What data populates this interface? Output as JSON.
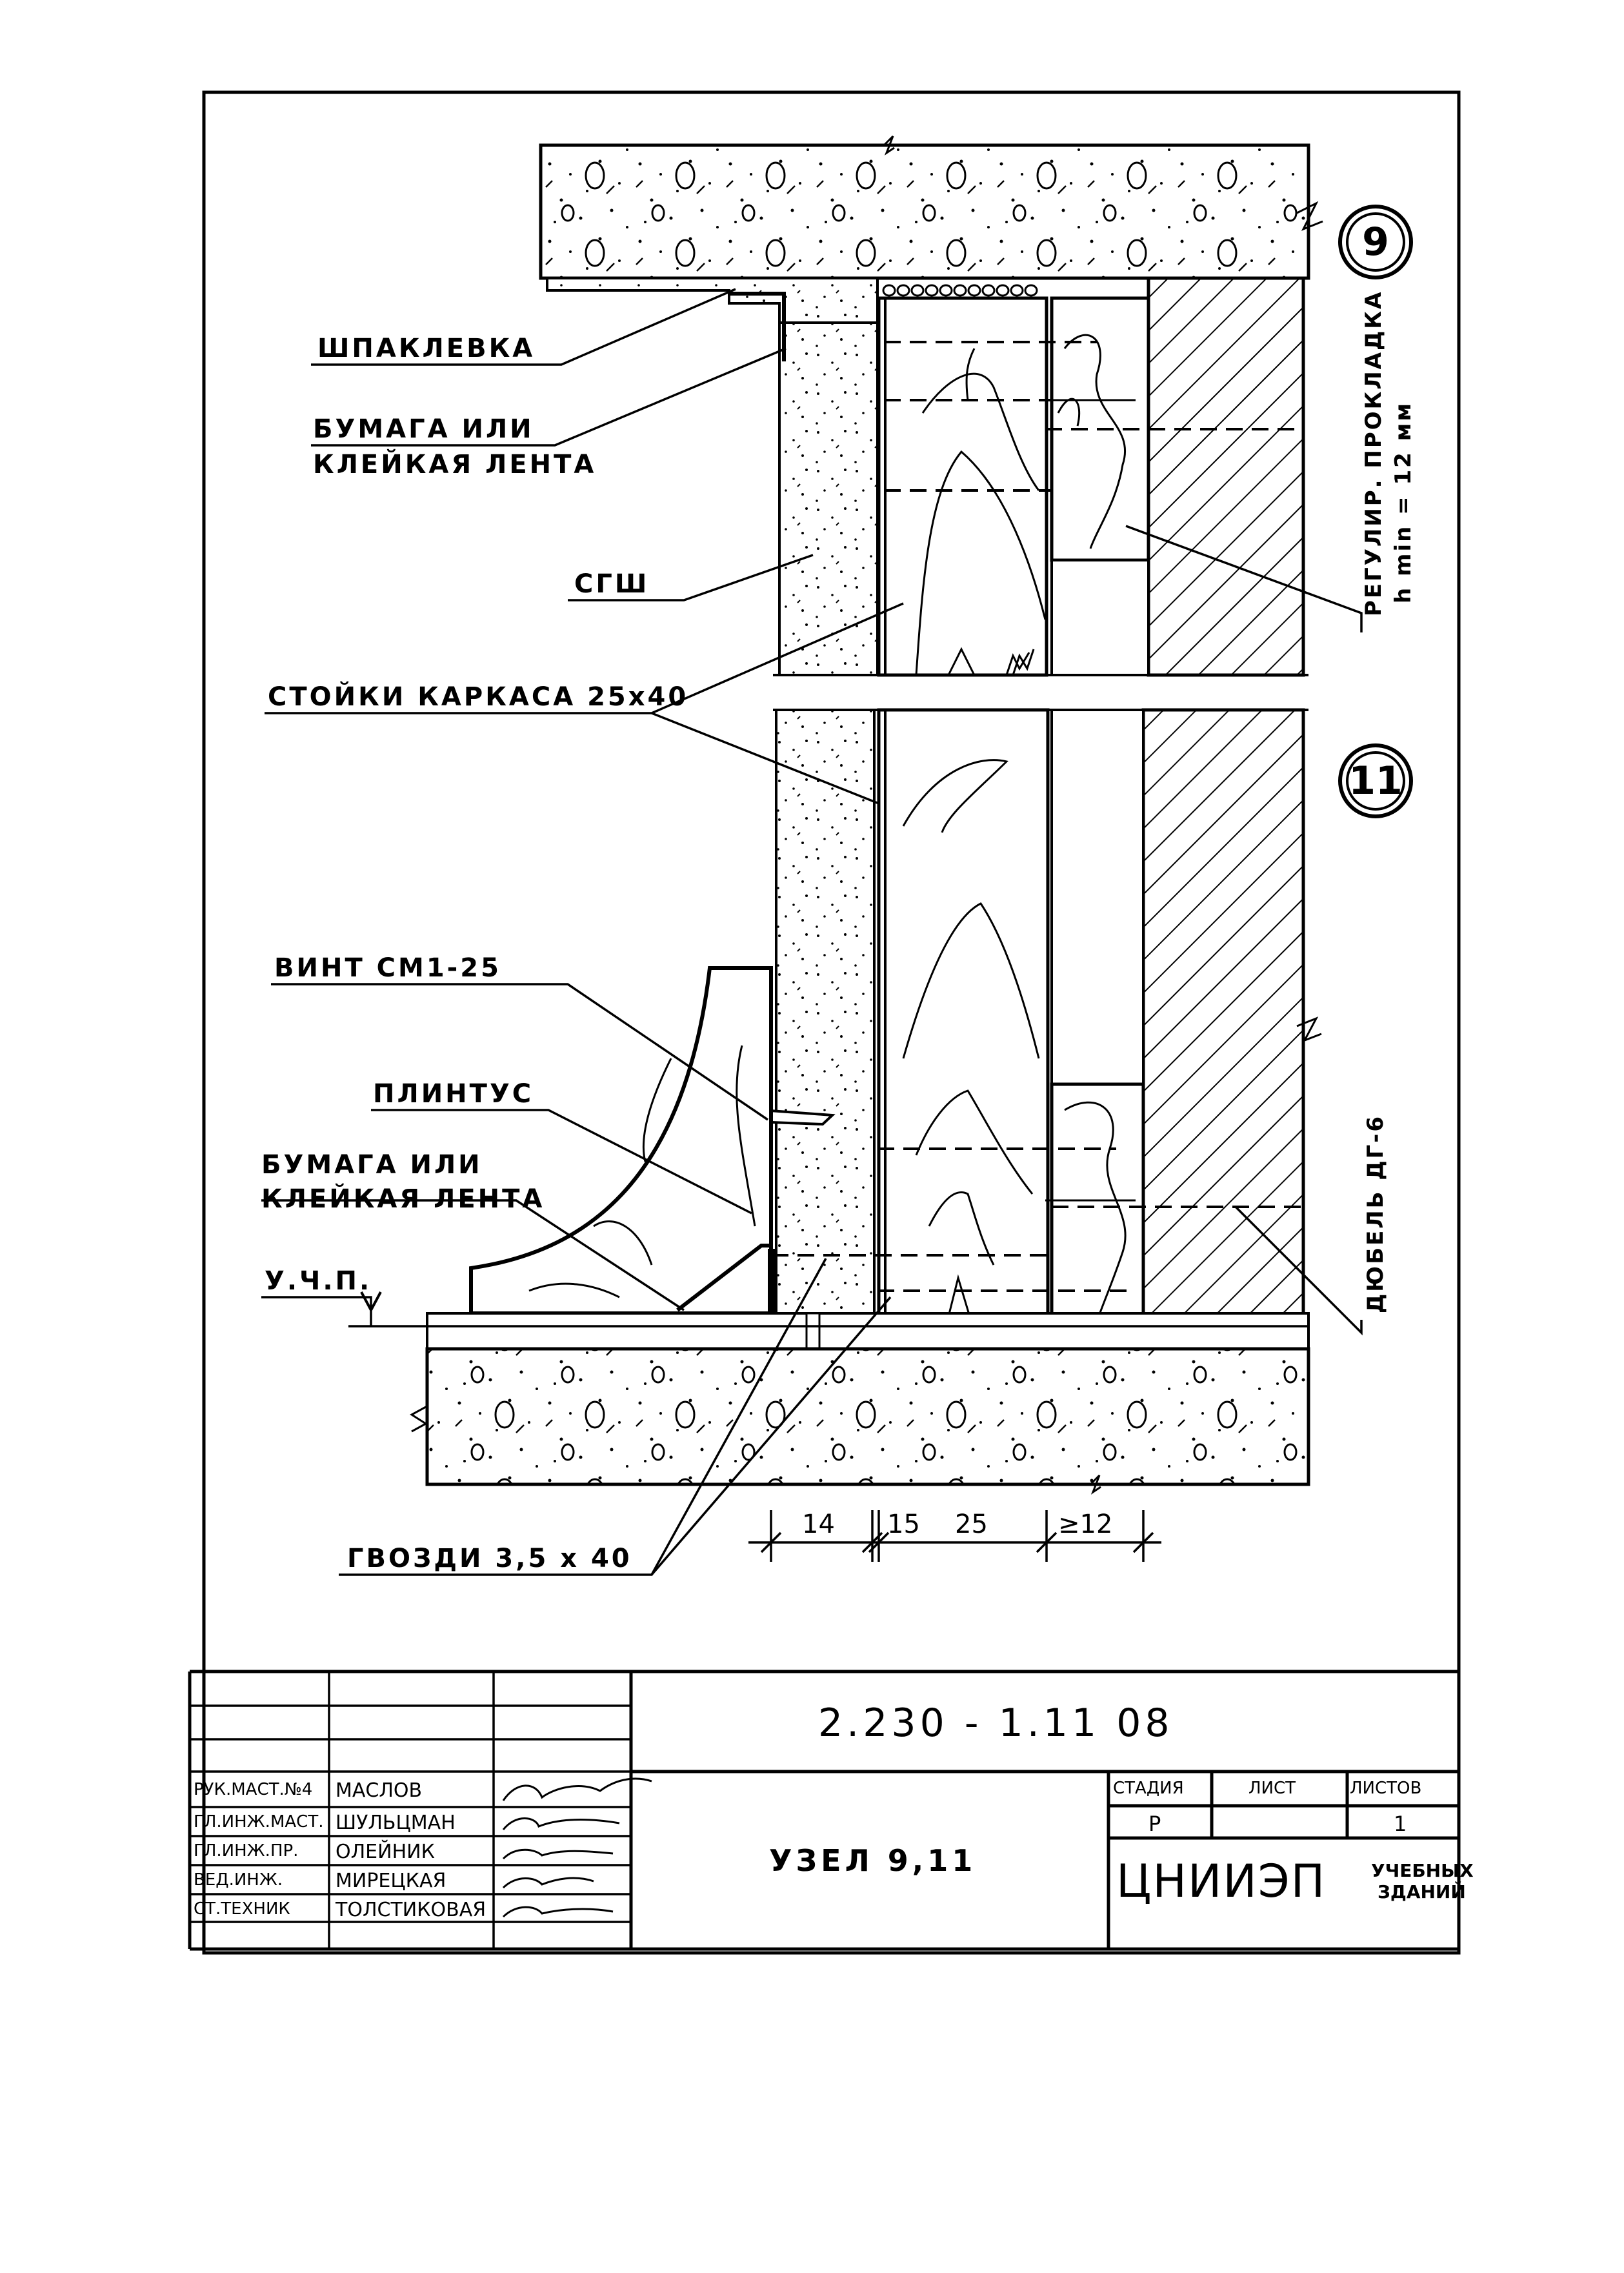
{
  "drawing": {
    "node_9_label": "9",
    "node_11_label": "11",
    "labels": {
      "shpaklevka": "ШПАКЛЕВКА",
      "bumaga1_line1": "БУМАГА ИЛИ",
      "bumaga1_line2": "КЛЕЙКАЯ ЛЕНТА",
      "sgsh": "СГШ",
      "stoyki": "СТОЙКИ КАРКАСА 25х40",
      "vint": "ВИНТ СМ1-25",
      "plintus": "ПЛИНТУС",
      "bumaga2_line1": "БУМАГА ИЛИ",
      "bumaga2_line2": "КЛЕЙКАЯ ЛЕНТА",
      "uchp": "У.Ч.П.",
      "gvozdi": "ГВОЗДИ 3,5 х 40",
      "regulir_line1": "РЕГУЛИР. ПРОКЛАДКА",
      "regulir_line2": "h min = 12 мм",
      "dyubel": "ДЮБЕЛЬ ДГ-6"
    },
    "dimensions": {
      "d14": "14",
      "d15": "15",
      "d25": "25",
      "d12": "≥12"
    }
  },
  "title_block": {
    "code": "2.230 - 1.11 08",
    "title": "УЗЕЛ 9,11",
    "stage_header": "СТАДИЯ",
    "sheet_header": "ЛИСТ",
    "sheets_header": "ЛИСТОВ",
    "stage_value": "Р",
    "sheet_value": "",
    "sheets_value": "1",
    "org_logo": "ЦНИИЭП",
    "org_line1": "УЧЕБНЫХ",
    "org_line2": "ЗДАНИЙ",
    "signers": [
      {
        "role": "РУК.МАСТ.№4",
        "name": "МАСЛОВ"
      },
      {
        "role": "ГЛ.ИНЖ.МАСТ.",
        "name": "ШУЛЬЦМАН"
      },
      {
        "role": "ГЛ.ИНЖ.ПР.",
        "name": "ОЛЕЙНИК"
      },
      {
        "role": "ВЕД.ИНЖ.",
        "name": "МИРЕЦКАЯ"
      },
      {
        "role": "СТ.ТЕХНИК",
        "name": "ТОЛСТИКОВАЯ"
      }
    ]
  }
}
